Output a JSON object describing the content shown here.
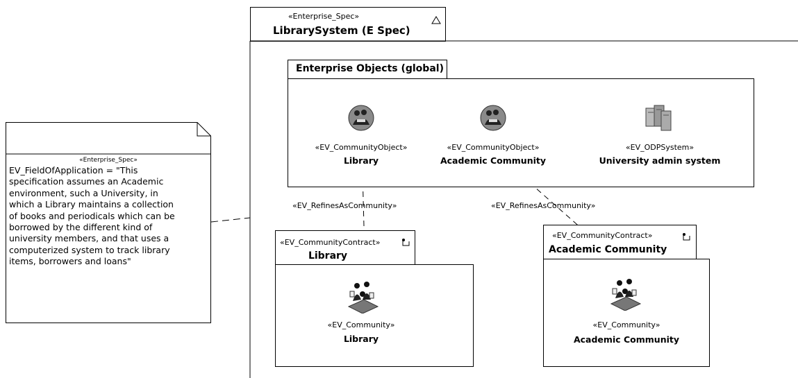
{
  "package": {
    "stereotype": "«Enterprise_Spec»",
    "name": "LibrarySystem (E Spec)"
  },
  "enterprise_objects": {
    "title": "Enterprise Objects (global)",
    "objects": [
      {
        "stereotype": "«EV_CommunityObject»",
        "name": "Library",
        "icon": "community-object-icon"
      },
      {
        "stereotype": "«EV_CommunityObject»",
        "name": "Academic Community",
        "icon": "community-object-icon"
      },
      {
        "stereotype": "«EV_ODPSystem»",
        "name": "University admin system",
        "icon": "odp-system-icon"
      }
    ]
  },
  "note": {
    "stereotype": "«Enterprise_Spec»",
    "lines": [
      "EV_FieldOfApplication = \"This",
      "specification assumes an Academic",
      "environment, such a University, in",
      "which a Library maintains a collection",
      "of books and periodicals which can be",
      "borrowed by the different kind of",
      "university members, and that uses a",
      "computerized system to track library",
      "items, borrowers and loans\""
    ]
  },
  "relations": [
    {
      "label": "«EV_RefinesAsCommunity»"
    },
    {
      "label": "«EV_RefinesAsCommunity»"
    }
  ],
  "contracts": [
    {
      "stereotype": "«EV_CommunityContract»",
      "name": "Library",
      "community_stereotype": "«EV_Community»",
      "community_name": "Library"
    },
    {
      "stereotype": "«EV_CommunityContract»",
      "name": "Academic Community",
      "community_stereotype": "«EV_Community»",
      "community_name": "Academic Community"
    }
  ]
}
